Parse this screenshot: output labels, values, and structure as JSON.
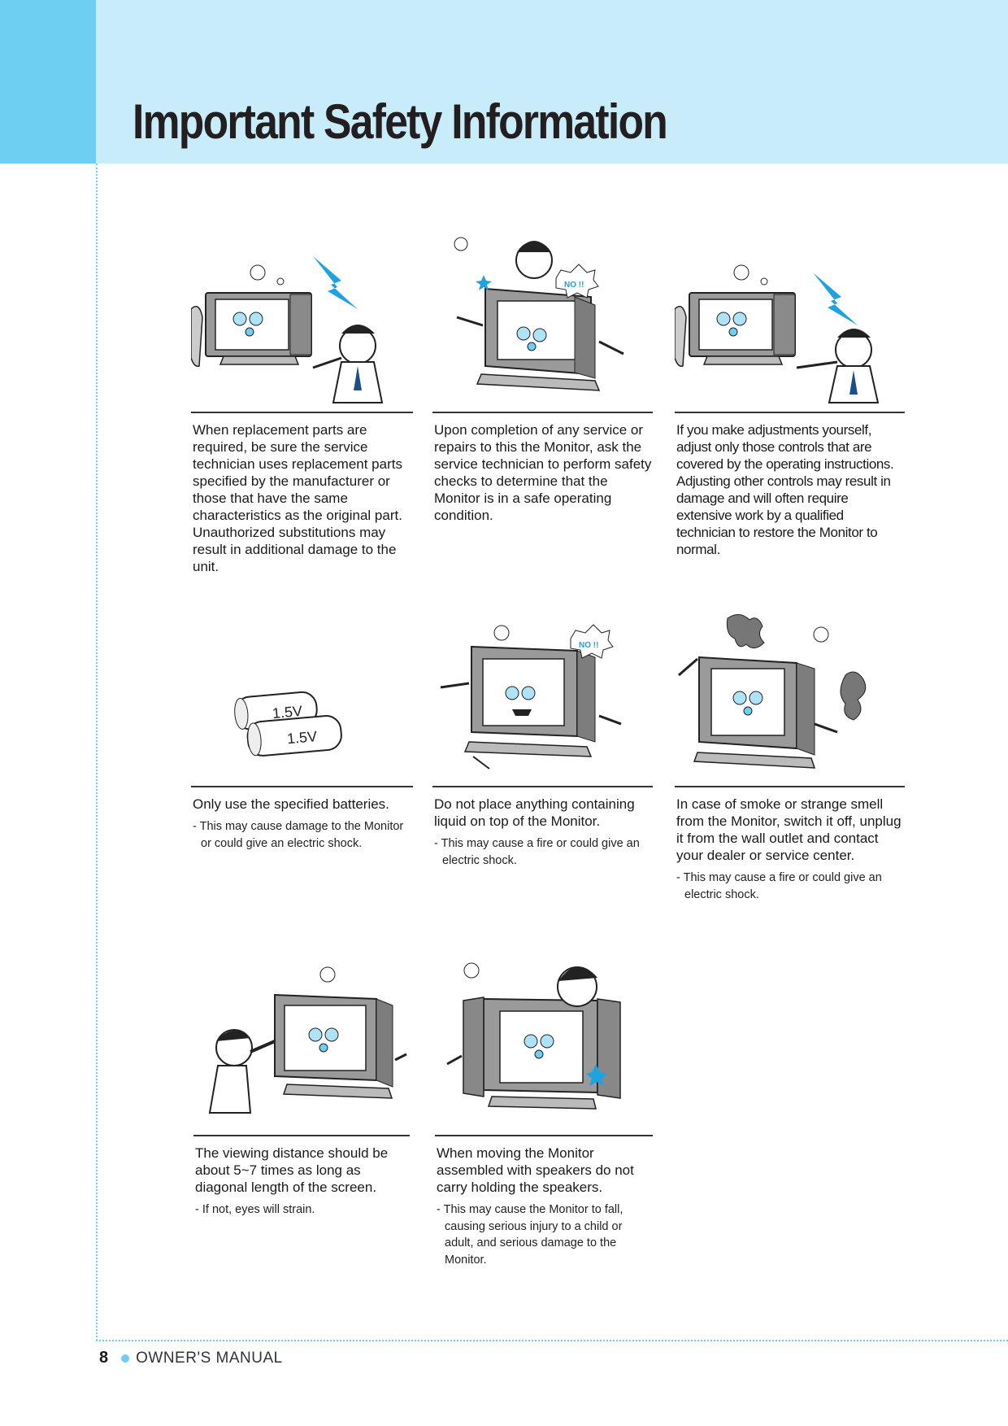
{
  "header": {
    "title": "Important Safety Information"
  },
  "cards": [
    {
      "main": "When replacement parts are required, be sure the service technician uses replacement parts specified by the manufacturer or those that have the same characteristics as the original part. Unauthorized substitutions may result in additional damage to the unit.",
      "note": ""
    },
    {
      "main": "Upon completion of any service or repairs to this the Monitor, ask the service technician to perform safety checks to determine that the Monitor is in a safe operating condition.",
      "note": "",
      "badge": "NO !!"
    },
    {
      "main": "If you make adjustments yourself, adjust only those controls that are covered by the operating instructions. Adjusting other controls may result in damage and will often require extensive work by a qualified technician to restore the Monitor to normal.",
      "note": ""
    },
    {
      "main": "Only use the specified batteries.",
      "note": "- This may cause damage to the Monitor or could give an electric shock.",
      "battery1": "1.5V",
      "battery2": "1.5V"
    },
    {
      "main": "Do not place anything containing liquid on top of the Monitor.",
      "note": "- This may cause a fire or could give an electric shock.",
      "badge": "NO !!"
    },
    {
      "main": "In case of smoke or strange smell from the Monitor, switch it off, unplug it from the wall outlet and contact your dealer or service center.",
      "note": "- This may cause a fire or could give an electric shock."
    },
    {
      "main": "The viewing distance should be about 5~7 times as long as diagonal length of the screen.",
      "note": "- If not, eyes will strain."
    },
    {
      "main": "When moving the Monitor assembled with speakers do not carry holding the speakers.",
      "note": "- This may cause the Monitor to fall, causing serious injury to a child or adult, and serious damage to the Monitor."
    }
  ],
  "footer": {
    "page_number": "8",
    "label": "OWNER'S MANUAL"
  },
  "colors": {
    "accent": "#6ecff3",
    "band": "#c9ecfa",
    "bolt": "#1fa3e0"
  }
}
